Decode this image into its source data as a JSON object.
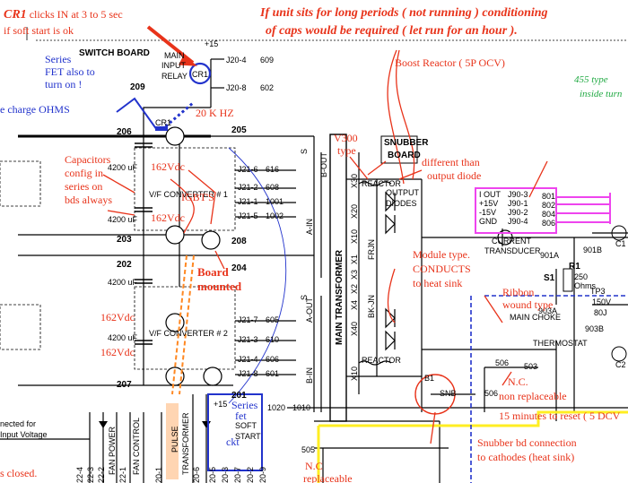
{
  "annotations": {
    "cr1_title": "CR1",
    "cr1_line1": " clicks IN at 3 to 5 sec",
    "cr1_line2": "if soft start is ok",
    "long_periods_1": "If unit sits for long periods ( not running ) conditioning",
    "long_periods_2": "of caps would be required ( let run for an hour ).",
    "boost_reactor": "Boost Reactor ( 5P OCV)",
    "type_455": "455 type",
    "inside_turn": "inside turn",
    "series_fet_1": "Series",
    "series_fet_2": "FET also to",
    "series_fet_3": "turn on !",
    "charge_ohms": "e charge OHMS",
    "freq_20k": "20 K HZ",
    "v300_1": "V300",
    "v300_2": "type",
    "diff_output_1": "different than",
    "diff_output_2": "output diode",
    "caps_1": "Capacitors",
    "caps_2": "config in",
    "caps_3": "series on",
    "caps_4": "bds always",
    "v162_1": "162Vdc",
    "v162_2": "162Vdc",
    "v162_3": "162Vdc",
    "v162_4": "162Vdc",
    "igbts": "IGBT'S",
    "board_mounted_1": "Board",
    "board_mounted_2": "mounted",
    "module_1": "Module type.",
    "module_2": "CONDUCTS",
    "module_3": "to heat sink",
    "ribbon_1": "Ribbon",
    "ribbon_2": "wound type",
    "nc_1": "N.C.",
    "non_replaceable": "non replaceable",
    "reset_15": "15 minutes to reset ( 5 DCV",
    "series_fet_ckt_1": "Series",
    "series_fet_ckt_2": "fet",
    "series_fet_ckt_3": "ckt",
    "snubber_conn_1": "Snubber bd connection",
    "snubber_conn_2": "to cathodes (heat sink)",
    "nc_2": "N.C",
    "replaceable": "replaceable"
  },
  "schematic": {
    "switch_board": "SWITCH BOARD",
    "main_input_relay_1": "MAIN",
    "main_input_relay_2": "INPUT",
    "main_input_relay_3": "RELAY",
    "cr1": "CR1",
    "plus15": "+15",
    "j20_4": "J20-4",
    "j20_8": "J20-8",
    "n609": "609",
    "n602": "602",
    "n209": "209",
    "n206": "206",
    "n205": "205",
    "n203": "203",
    "n208": "208",
    "n202": "202",
    "n204": "204",
    "n207": "207",
    "n201": "201",
    "n1020": "1020",
    "n1010": "1010",
    "n505": "505",
    "n506": "506",
    "n503": "503",
    "cap_4200_1": "4200 uF",
    "cap_4200_2": "4200 uF",
    "cap_4200_3": "4200 uF",
    "cap_4200_4": "4200 uF",
    "vf1": "V/F CONVERTER # 1",
    "vf2": "V/F CONVERTER # 2",
    "j21_6": "J21-6",
    "j21_2": "J21-2",
    "j21_1": "J21-1",
    "j21_5": "J21-5",
    "j21_7": "J21-7",
    "j21_3": "J21-3",
    "j21_4": "J21-4",
    "j21_8": "J21-8",
    "n616": "616",
    "n608": "608",
    "n1001": "1001",
    "n1002": "1002",
    "n605": "605",
    "n610": "610",
    "n606": "606",
    "n601": "601",
    "a_in": "A-IN",
    "a_out": "A-OUT",
    "b_in": "B-IN",
    "b_out": "B-OUT",
    "main_transformer": "MAIN TRANSFORMER",
    "snubber_board_1": "SNUBBER",
    "snubber_board_2": "BOARD",
    "reactor_1": "REACTOR",
    "reactor_2": "REACTOR",
    "output_diodes_1": "OUTPUT",
    "output_diodes_2": "DIODES",
    "frjn": "FRJN",
    "bkjn": "BK-JN",
    "x30": "X30",
    "x20": "X20",
    "x10": "X10",
    "x1": "X1",
    "x3": "X3",
    "x2": "X2",
    "x4": "X4",
    "x40": "X40",
    "x10b": "X10",
    "b1": "B1",
    "snb": "SNB",
    "j_out": "I OUT",
    "j_p15": "+15V",
    "j_m15": "-15V",
    "j_gnd": "GND",
    "j90_3": "J90-3",
    "j90_1": "J90-1",
    "j90_2": "J90-2",
    "j90_4": "J90-4",
    "n801": "801",
    "n802": "802",
    "n804": "804",
    "n806": "806",
    "current_transducer_1": "CURRENT",
    "current_transducer_2": "TRANSDUCER",
    "n901a": "901A",
    "n901b": "901B",
    "r1": "R1",
    "r1_val_1": "250",
    "r1_val_2": "Ohms",
    "s1": "S1",
    "n903a": "903A",
    "n903b": "903B",
    "main_choke": "MAIN CHOKE",
    "thermostat": "THERMOSTAT",
    "tp3": "TP3",
    "c1": "C1",
    "c2": "C2",
    "v150": "150V",
    "uf80": "80J",
    "fan_power": "FAN POWER",
    "fan_control": "FAN CONTROL",
    "pulse_transformer_1": "PULSE",
    "pulse_transformer_2": "TRANSFORMER",
    "soft_start_1": "SOFT",
    "soft_start_2": "START",
    "plus15_b": "+15",
    "connected_for": "nected for",
    "input_voltage": "Input Voltage",
    "s_closed": "s closed.",
    "pin_22_4": "22-4",
    "pin_22_3": "22-3",
    "pin_22_2": "22-2",
    "pin_22_1": "22-1",
    "pin_20_1": "20-1",
    "pin_20_6": "20-6",
    "pin_20_5": "20-5",
    "pin_20_3": "20-3",
    "pin_20_7": "20-7",
    "pin_20_2": "20-2",
    "pin_20_9": "20-9",
    "s_label_1": "S",
    "s_label_2": "S"
  },
  "colors": {
    "annotation_red": "#e8331a",
    "annotation_blue": "#2233cc",
    "annotation_green": "#22aa44",
    "highlight_magenta": "#ee44ee",
    "highlight_yellow": "#ffee22",
    "dashed_orange": "#ff8822"
  }
}
